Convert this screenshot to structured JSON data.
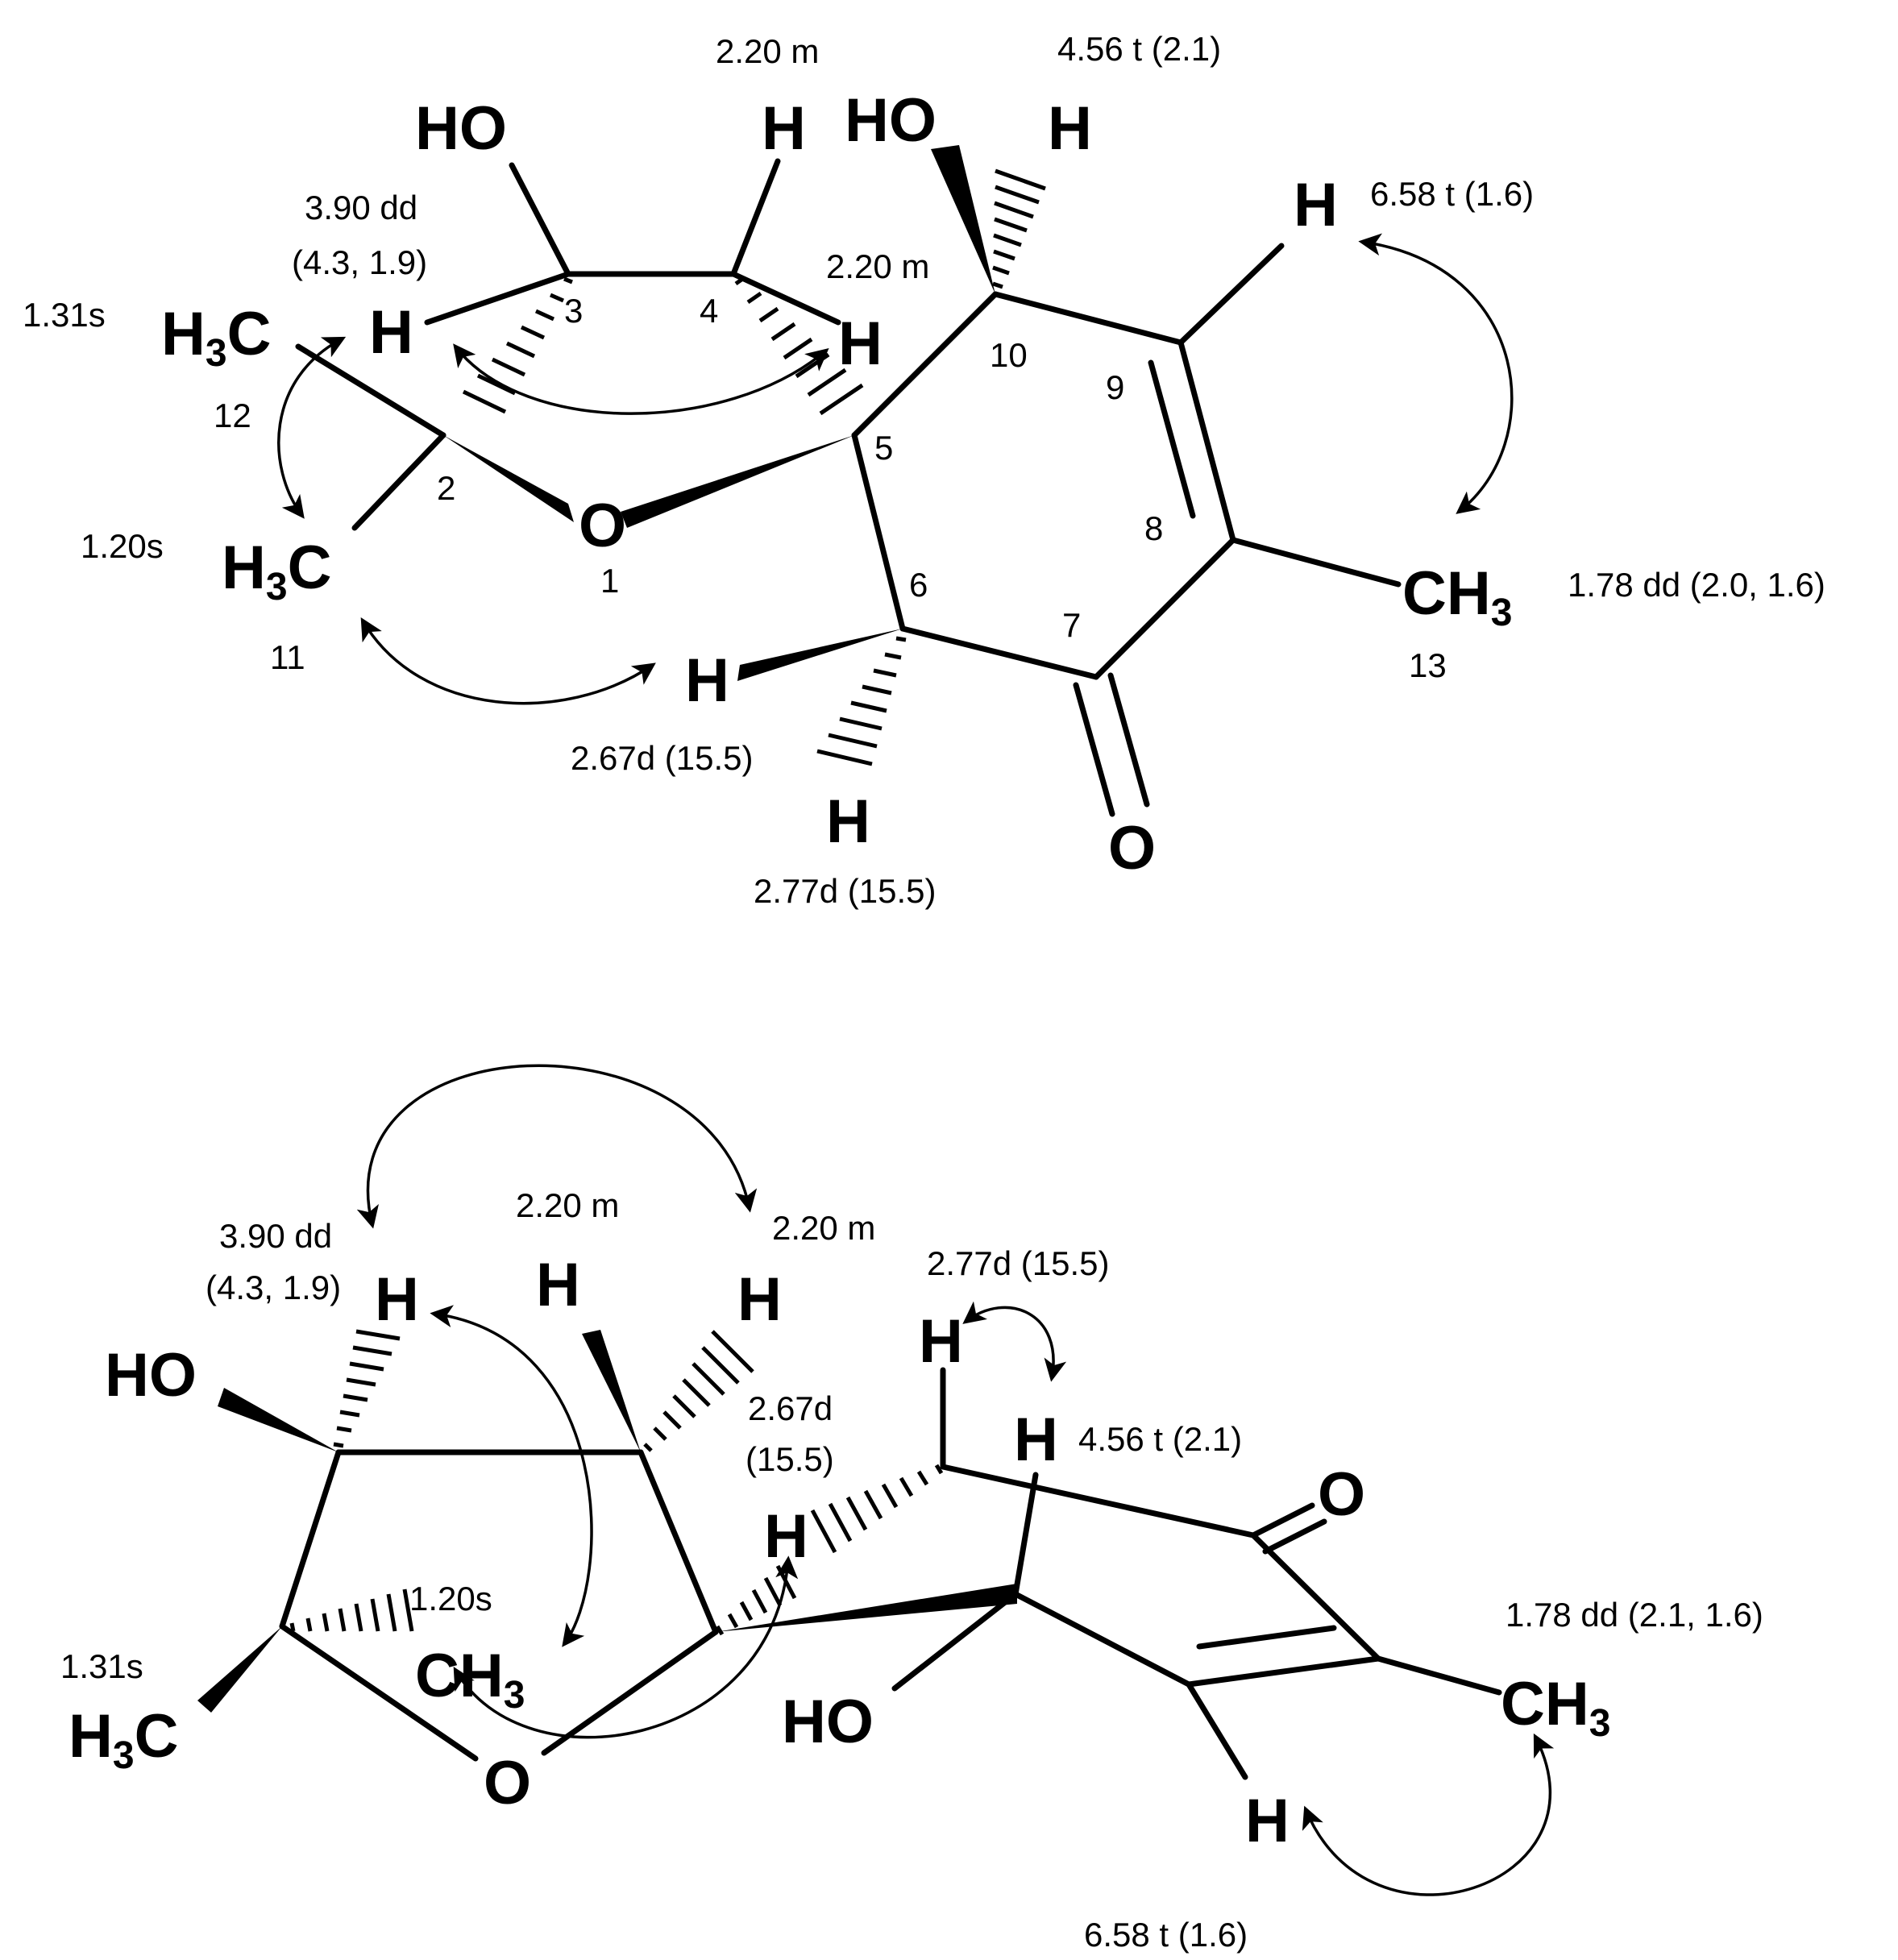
{
  "top": {
    "atoms": {
      "ho3": "HO",
      "h4": "H",
      "ho10": "HO",
      "h10": "H",
      "h9": "H",
      "h3": "H",
      "h5": "H",
      "ch3_12": "H3C",
      "ch3_11": "H3C",
      "o1": "O",
      "h6a": "H",
      "h6b": "H",
      "o7": "O",
      "ch3_13": "CH3"
    },
    "numbers": [
      "1",
      "2",
      "3",
      "4",
      "5",
      "6",
      "7",
      "8",
      "9",
      "10",
      "11",
      "12",
      "13"
    ],
    "shifts": {
      "h4_top": "2.20 m",
      "h10": "4.56 t (2.1)",
      "h3_a": "3.90 dd",
      "h3_b": "(4.3, 1.9)",
      "h5": "2.20 m",
      "h9": "6.58 t (1.6)",
      "me12": "1.31s",
      "me11": "1.20s",
      "me13": "1.78 dd (2.0, 1.6)",
      "h6a": "2.67d (15.5)",
      "h6b": "2.77d (15.5)"
    }
  },
  "bottom": {
    "atoms": {
      "h3": "H",
      "h4a": "H",
      "h4b": "H",
      "ho3": "HO",
      "h6b": "H",
      "h10": "H",
      "o7": "O",
      "h6a": "H",
      "ch3_11": "CH3",
      "ch3_12": "H3C",
      "o1": "O",
      "ho10": "HO",
      "ch3_13": "CH3",
      "h9": "H"
    },
    "shifts": {
      "h3_a": "3.90 dd",
      "h3_b": "(4.3, 1.9)",
      "h4a": "2.20 m",
      "h4b": "2.20 m",
      "h6b": "2.77d (15.5)",
      "h6a_a": "2.67d",
      "h6a_b": "(15.5)",
      "h10": "4.56 t (2.1)",
      "me11": "1.20s",
      "me12": "1.31s",
      "me13": "1.78 dd (2.1, 1.6)",
      "h9": "6.58 t (1.6)"
    }
  }
}
